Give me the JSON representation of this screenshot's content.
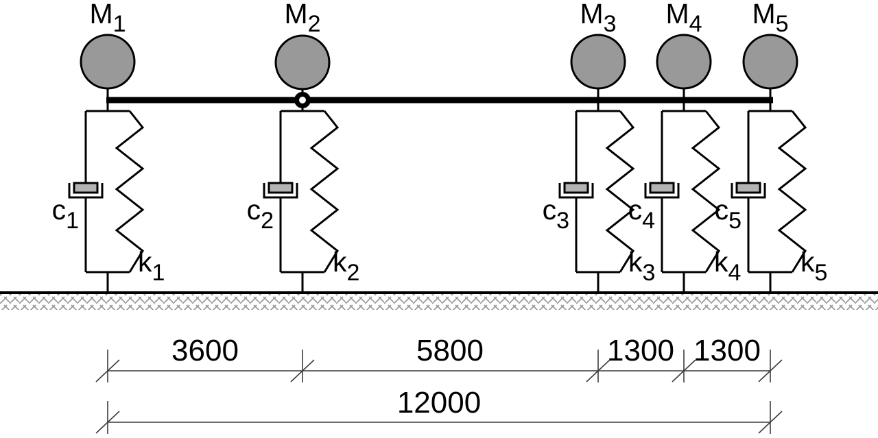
{
  "masses": [
    {
      "symbol": "M",
      "sub": "1"
    },
    {
      "symbol": "M",
      "sub": "2"
    },
    {
      "symbol": "M",
      "sub": "3"
    },
    {
      "symbol": "M",
      "sub": "4"
    },
    {
      "symbol": "M",
      "sub": "5"
    }
  ],
  "dampers": [
    {
      "symbol": "c",
      "sub": "1"
    },
    {
      "symbol": "c",
      "sub": "2"
    },
    {
      "symbol": "c",
      "sub": "3"
    },
    {
      "symbol": "c",
      "sub": "4"
    },
    {
      "symbol": "c",
      "sub": "5"
    }
  ],
  "springs": [
    {
      "symbol": "k",
      "sub": "1"
    },
    {
      "symbol": "k",
      "sub": "2"
    },
    {
      "symbol": "k",
      "sub": "3"
    },
    {
      "symbol": "k",
      "sub": "4"
    },
    {
      "symbol": "k",
      "sub": "5"
    }
  ],
  "dimensions": {
    "segments": [
      "3600",
      "5800",
      "1300",
      "1300"
    ],
    "total": "12000"
  },
  "colors": {
    "mass_fill": "#999999",
    "piston_fill": "#b3b3b3",
    "line": "#000000",
    "dimension_line": "#3c3c3c",
    "hatch": "#999999",
    "background": "#ffffff"
  }
}
